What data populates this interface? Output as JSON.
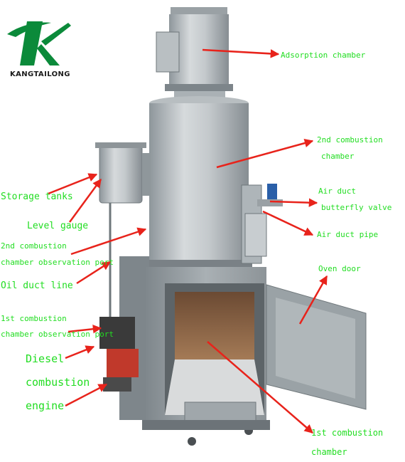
{
  "brand": {
    "name": "KANGTAILONG",
    "logo_icon": "k-logo-icon"
  },
  "colors": {
    "label": "#22dd22",
    "arrow": "#e8231b",
    "logo_green": "#0b8a3a"
  },
  "labels": {
    "adsorption_chamber": "Adsorption chamber",
    "second_combustion_chamber_line1": "2nd combustion",
    "second_combustion_chamber_line2": "chamber",
    "storage_tanks": "Storage tanks",
    "air_duct_valve_line1": "Air duct",
    "air_duct_valve_line2": "butterfly valve",
    "level_gauge": "Level gauge",
    "air_duct_pipe": "Air duct pipe",
    "second_observation_port_line1": "2nd combustion",
    "second_observation_port_line2": "chamber observation port",
    "oven_door": "Oven door",
    "oil_duct_line": "Oil duct line",
    "first_observation_port_line1": "1st combustion",
    "first_observation_port_line2": "chamber observation port",
    "diesel_engine_line1": "Diesel",
    "diesel_engine_line2": "combustion",
    "diesel_engine_line3": "engine",
    "first_combustion_chamber_line1": "1st combustion",
    "first_combustion_chamber_line2": "chamber"
  }
}
